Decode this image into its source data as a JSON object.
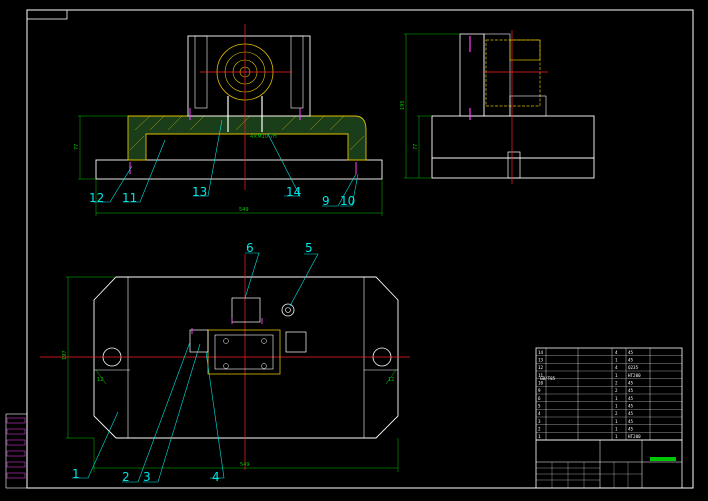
{
  "drawing": {
    "dimensions": {
      "front_width": "549",
      "front_height": "77",
      "side_total_height": "195",
      "side_lower_height": "77",
      "plan_width": "549",
      "plan_height": "197",
      "slot_left": "12",
      "slot_right": "12",
      "hole_callout": "4×M10-7H"
    },
    "callouts": [
      "1",
      "2",
      "3",
      "4",
      "5",
      "6",
      "9",
      "10",
      "11",
      "12",
      "13",
      "14"
    ],
    "callouts_front": [
      "12",
      "11",
      "13",
      "14",
      "9",
      "10"
    ],
    "callouts_plan": [
      "1",
      "2",
      "3",
      "4",
      "5",
      "6"
    ],
    "bom": {
      "rows": [
        {
          "no": "14",
          "qty": "4",
          "mat": "45"
        },
        {
          "no": "13",
          "qty": "1",
          "mat": "45"
        },
        {
          "no": "12",
          "qty": "4",
          "mat": "Q235"
        },
        {
          "no": "11",
          "qty": "1",
          "mat": "HT200"
        },
        {
          "no": "10",
          "qty": "2",
          "mat": "45"
        },
        {
          "no": "9",
          "qty": "2",
          "mat": "45"
        },
        {
          "no": "6",
          "qty": "1",
          "mat": "45"
        },
        {
          "no": "5",
          "qty": "1",
          "mat": "45"
        },
        {
          "no": "4",
          "qty": "2",
          "mat": "45"
        },
        {
          "no": "3",
          "qty": "1",
          "mat": "45"
        },
        {
          "no": "2",
          "qty": "1",
          "mat": "45"
        },
        {
          "no": "1",
          "qty": "1",
          "mat": "HT200"
        }
      ],
      "gb_note": "GB/T85"
    },
    "colors": {
      "cyan": "#00e5e5",
      "red": "#ff2020",
      "yellow": "#e0c000",
      "magenta": "#ff40ff",
      "green": "#00c800",
      "white": "#ffffff"
    }
  }
}
